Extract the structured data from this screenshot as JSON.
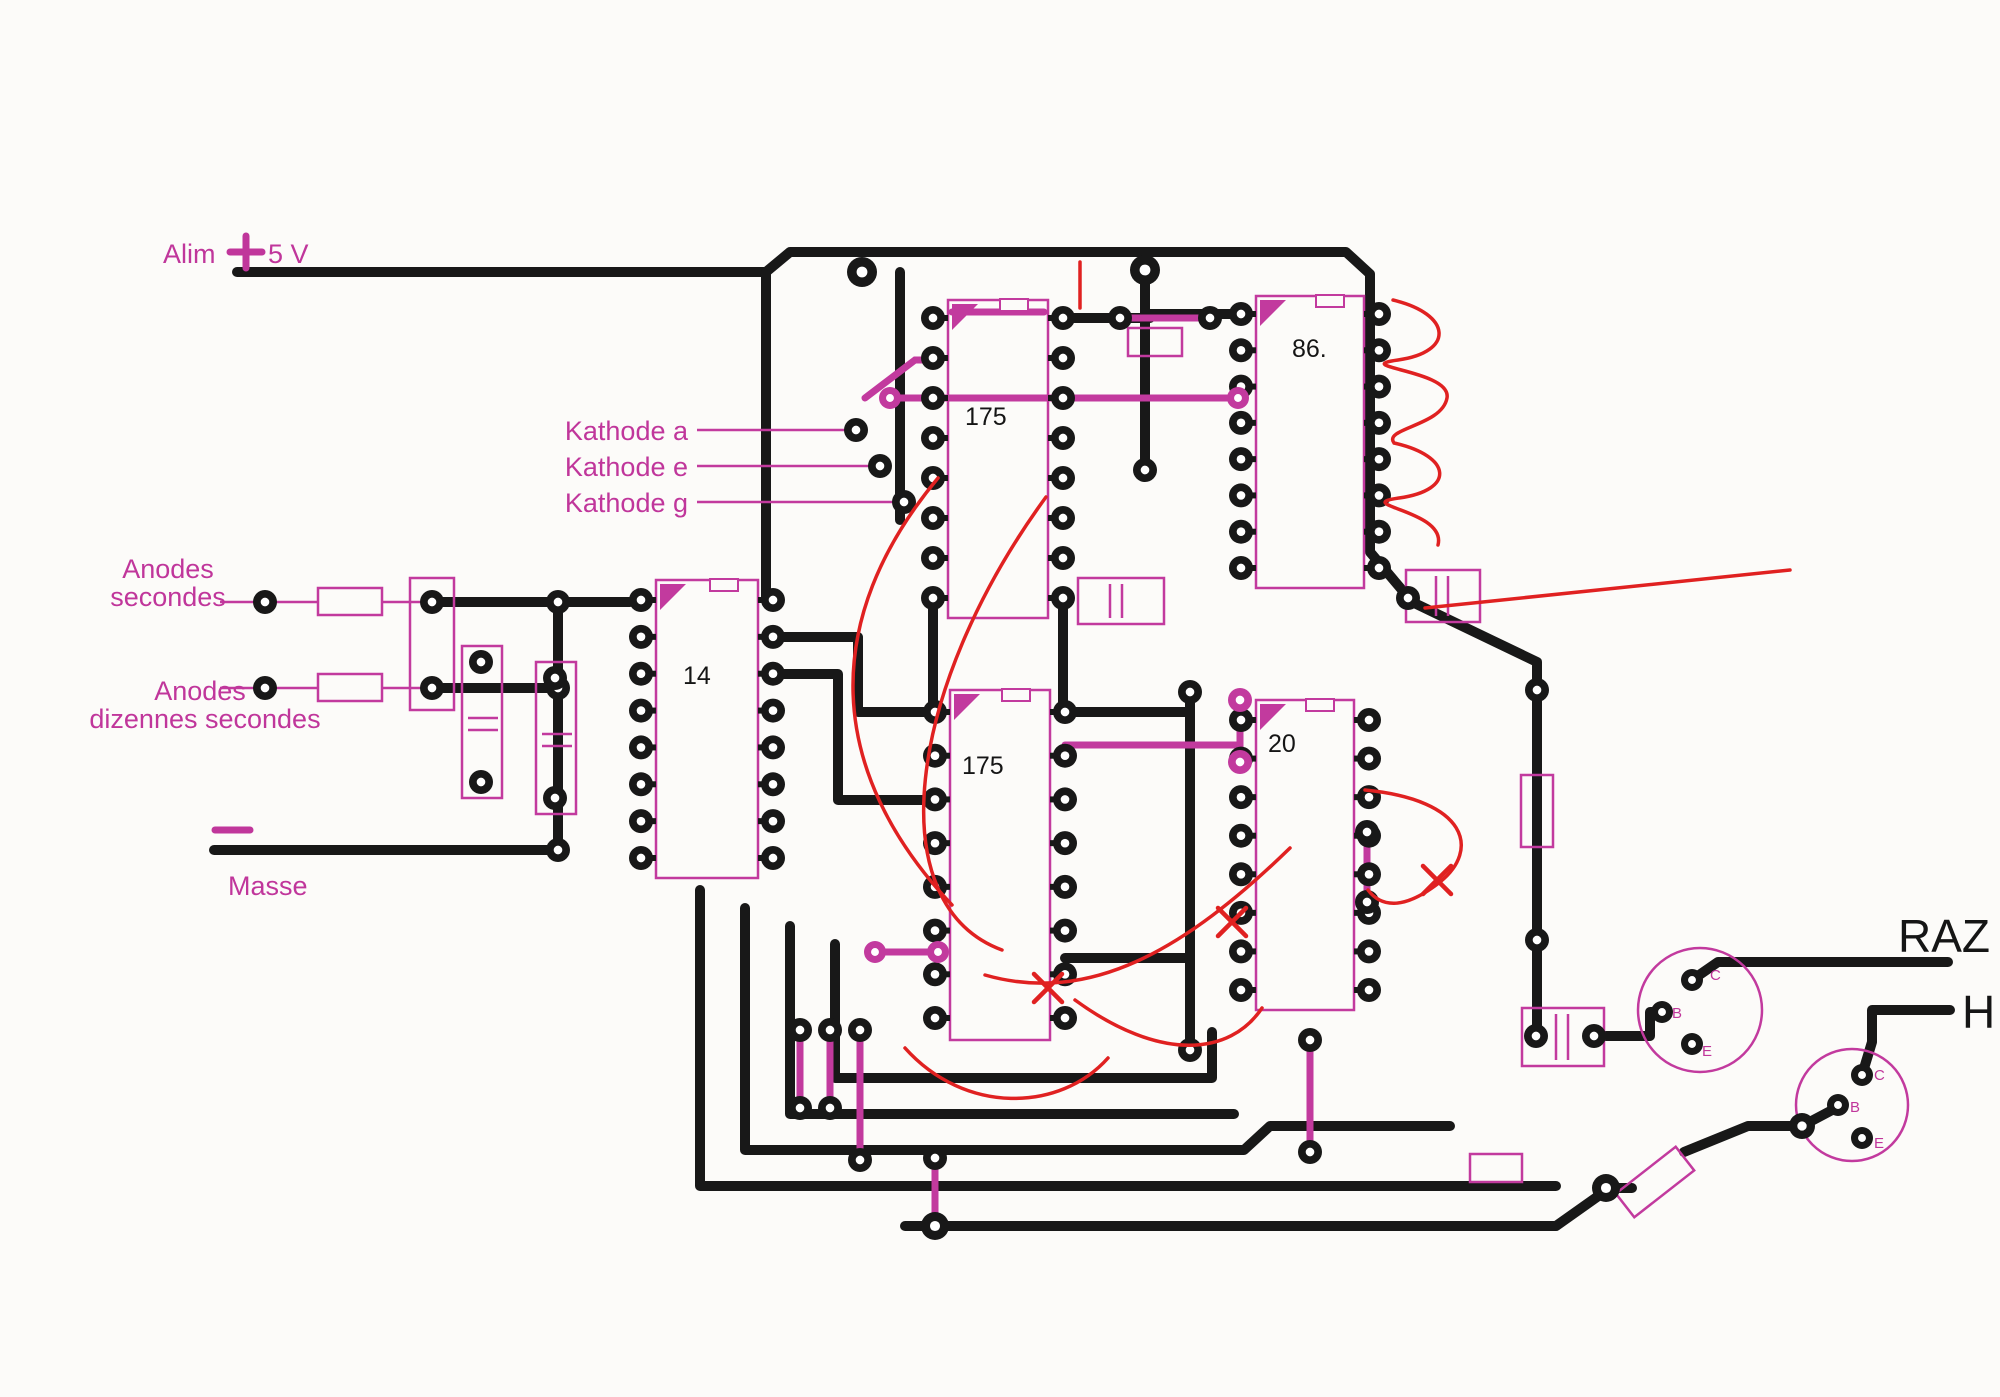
{
  "diagram": {
    "type": "pcb-layout",
    "labels": {
      "alim": "Alim",
      "supply_voltage": "5 V",
      "kathode_a": "Kathode  a",
      "kathode_e": "Kathode  e",
      "kathode_g": "Kathode  g",
      "anodes_1_line1": "Anodes",
      "anodes_1_line2": "secondes",
      "anodes_2_line1": "Anodes",
      "anodes_2_line2": "dizennes secondes",
      "masse": "Masse",
      "raz": "RAZ",
      "h": "H"
    },
    "ics": [
      {
        "label": "175"
      },
      {
        "label": "86."
      },
      {
        "label": "14"
      },
      {
        "label": "175"
      },
      {
        "label": "20"
      }
    ],
    "transistors": [
      {
        "pins": [
          "C",
          "B",
          "E"
        ]
      },
      {
        "pins": [
          "C",
          "B",
          "E"
        ]
      }
    ],
    "colors": {
      "trace": "#181818",
      "magenta": "#c23a9e",
      "annotation_red": "#e02121",
      "background": "#fcfbf9"
    }
  }
}
